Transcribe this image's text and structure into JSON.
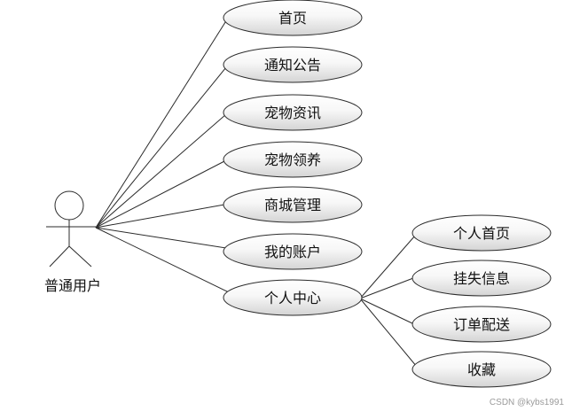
{
  "actor": {
    "label": "普通用户"
  },
  "use_cases": {
    "home": "首页",
    "notice": "通知公告",
    "pet_info": "宠物资讯",
    "pet_adopt": "宠物领养",
    "mall_manage": "商城管理",
    "my_account": "我的账户",
    "personal_center": "个人中心",
    "personal_home": "个人首页",
    "lost_info": "挂失信息",
    "order_delivery": "订单配送",
    "favorites": "收藏"
  },
  "watermark": "CSDN @kybs1991",
  "colors": {
    "ellipse_fill_top": "#ffffff",
    "ellipse_fill_bottom": "#d6d6d6",
    "stroke": "#2b2b2b",
    "background": "#ffffff"
  }
}
